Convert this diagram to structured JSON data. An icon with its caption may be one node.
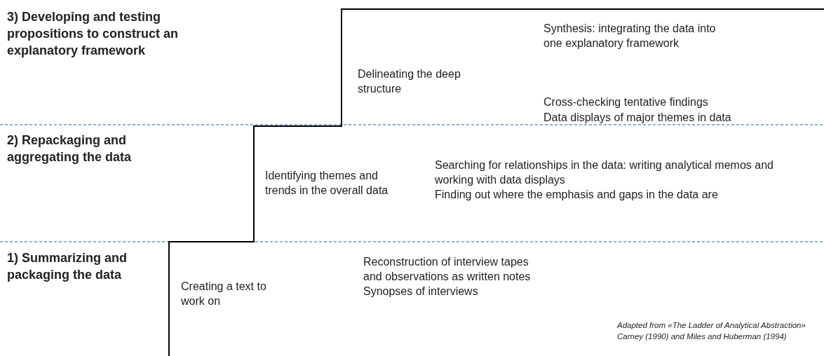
{
  "diagram": {
    "caption": "Adapted from «The Ladder of Analytical Abstraction» Carney (1990) and Miles and Huberman (1994)",
    "labels": [
      "3) Developing and testing propositions to construct an explanatory framework",
      "Delineating the deep structure",
      "Synthesis: integrating the data into one explanatory framework",
      "Cross-checking tentative findings",
      "Data displays of major themes in data",
      "2) Repackaging and aggregating the data",
      "Identifying themes and trends in the overall data",
      "Searching for relationships in the data: writing analytical memos and working with data displays",
      "Finding out where the emphasis and gaps in the data are",
      "1) Summarizing and packaging the data",
      "Creating a text to work on",
      "Reconstruction of interview tapes and observations as written notes",
      "Synopses of interviews"
    ]
  }
}
